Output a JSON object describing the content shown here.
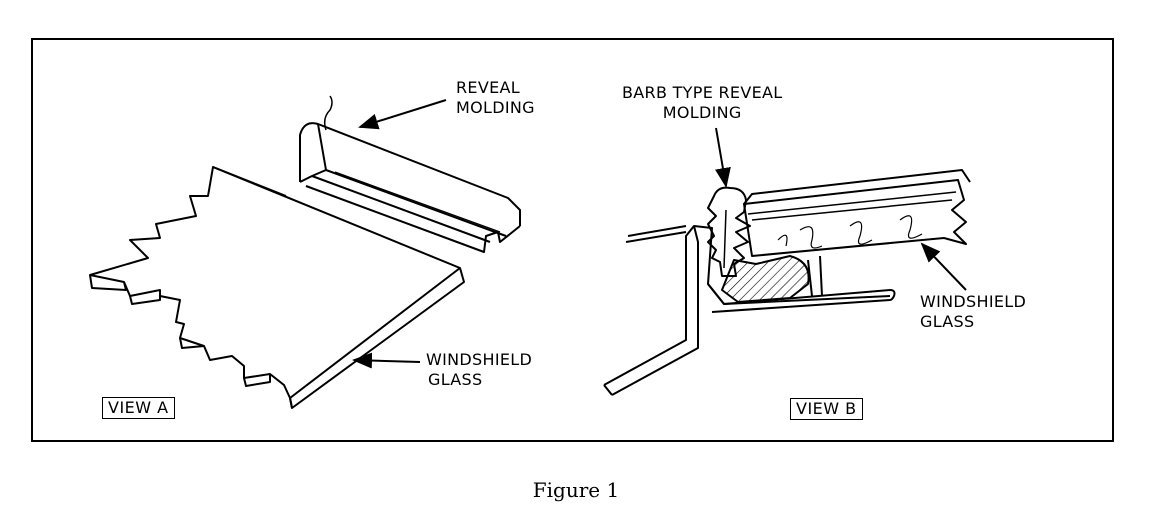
{
  "view_a": {
    "reveal_label_1": "REVEAL",
    "reveal_label_2": "MOLDING",
    "glass_label_1": "WINDSHIELD",
    "glass_label_2": "GLASS",
    "view_label": "VIEW A"
  },
  "view_b": {
    "barb_label_1": "BARB TYPE REVEAL",
    "barb_label_2": "MOLDING",
    "glass_label_1": "WINDSHIELD",
    "glass_label_2": "GLASS",
    "view_label": "VIEW B"
  },
  "caption": "Figure 1"
}
